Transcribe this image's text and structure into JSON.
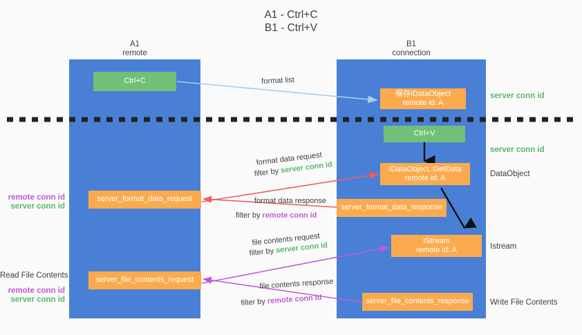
{
  "title": {
    "line1": "A1 - Ctrl+C",
    "line2": "B1 - Ctrl+V"
  },
  "columns": [
    {
      "name": "A1",
      "sub": "remote"
    },
    {
      "name": "B1",
      "sub": "connection"
    }
  ],
  "boxes": {
    "ctrl_c": {
      "label": "Ctrl+C",
      "color": "#72bf77"
    },
    "ctrl_v": {
      "label": "Ctrl+V",
      "color": "#72bf77"
    },
    "save_idataobject": {
      "line1": "保存IDataObject",
      "line2": "remote id: A",
      "color": "#fbab4e"
    },
    "getdata": {
      "line1": "IDataObject::GetData",
      "line2": "remote id: A",
      "color": "#fbab4e"
    },
    "istream": {
      "line1": "IStream",
      "line2": "remote id: A",
      "color": "#fbab4e"
    },
    "server_format_data_request": {
      "label": "server_format_data_request",
      "color": "#fbab4e"
    },
    "server_format_data_response": {
      "label": "server_format_data_response",
      "color": "#fbab4e"
    },
    "server_file_contents_request": {
      "label": "server_file_contents_request",
      "color": "#fbab4e"
    },
    "server_file_contents_response": {
      "label": "server_file_contents_response",
      "color": "#fbab4e"
    }
  },
  "annotations": {
    "format_list": "format list",
    "format_data_request": "format data request",
    "format_data_request_filter_pre": "filter by ",
    "format_data_request_filter_key": "server conn id",
    "format_data_response": "format data response",
    "format_data_response_filter_pre": "filter by ",
    "format_data_response_filter_key": "remote conn id",
    "file_contents_request": "file contents request",
    "file_contents_request_filter_pre": "filter by ",
    "file_contents_request_filter_key": "server conn id",
    "file_contents_response": "file contents response",
    "file_contents_response_filter_pre": "filter by ",
    "file_contents_response_filter_key": "remote conn id"
  },
  "side_labels": {
    "right_server_conn_top": "server conn id",
    "right_server_conn_mid": "server conn id",
    "right_dataobject": "DataObject",
    "right_istream": "Istream",
    "right_write_file_contents": "Write File Contents",
    "left_remote_conn_1": "remote conn id",
    "left_server_conn_1": "server conn id",
    "left_read_file_contents": "Read File Contents",
    "left_remote_conn_2": "remote conn id",
    "left_server_conn_2": "server conn id"
  },
  "colors": {
    "column_blue": "#4a7fd6",
    "green_box": "#72bf77",
    "orange_box": "#fbab4e",
    "green_text": "#57b86a",
    "magenta_text": "#c25bd6",
    "arrow_light_blue": "#a8cdee",
    "arrow_red": "#ee5f5b",
    "arrow_magenta": "#c25bd6",
    "arrow_black": "#111111",
    "background": "#fafafa"
  }
}
